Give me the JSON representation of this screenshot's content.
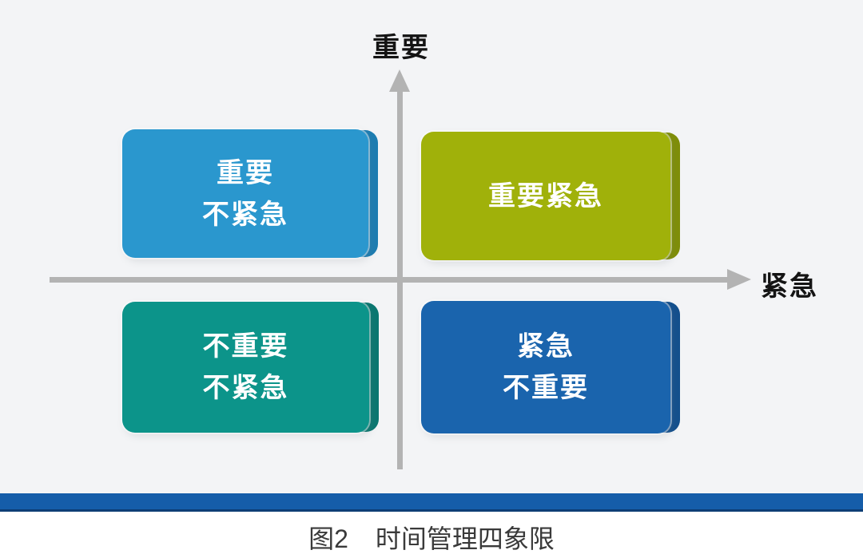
{
  "figure": {
    "background_color": "#f3f4f6",
    "axis": {
      "y_label": "重要",
      "x_label": "紧急",
      "line_color": "#b3b3b3"
    },
    "quadrants": {
      "top_left": {
        "line1": "重要",
        "line2": "不紧急",
        "fill_color": "#2a97ce",
        "side_color": "#1d7db2"
      },
      "top_right": {
        "line1": "重要紧急",
        "fill_color": "#a0b10a",
        "side_color": "#7f8e08"
      },
      "bottom_left": {
        "line1": "不重要",
        "line2": "不紧急",
        "fill_color": "#0c948a",
        "side_color": "#0a7770"
      },
      "bottom_right": {
        "line1": "紧急",
        "line2": "不重要",
        "fill_color": "#1a64ad",
        "side_color": "#134f8d"
      }
    }
  },
  "divider": {
    "color": "#155da9",
    "edge_color": "#0e3e75"
  },
  "caption": {
    "figure_number": "图2",
    "title": "时间管理四象限"
  }
}
